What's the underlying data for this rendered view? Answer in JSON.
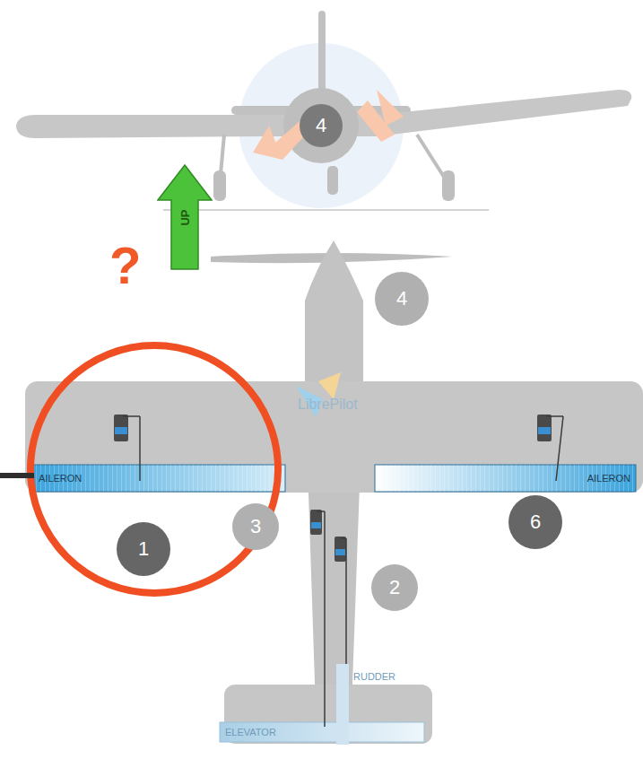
{
  "diagram": {
    "nodes": [
      {
        "text": [
          "4"
        ]
      },
      {
        "text": [
          "4"
        ]
      },
      {
        "text": [
          "UP"
        ]
      },
      {
        "text": [
          "AILERON"
        ]
      },
      {
        "text": [
          "AILERON"
        ]
      },
      {
        "text": [
          "1"
        ]
      },
      {
        "text": [
          "3"
        ]
      },
      {
        "text": [
          "6"
        ]
      },
      {
        "text": [
          "2"
        ]
      },
      {
        "text": [
          "RUDDER"
        ]
      },
      {
        "text": [
          "ELEVATOR"
        ]
      }
    ],
    "labels": [
      "?",
      "LibrePilot"
    ]
  }
}
